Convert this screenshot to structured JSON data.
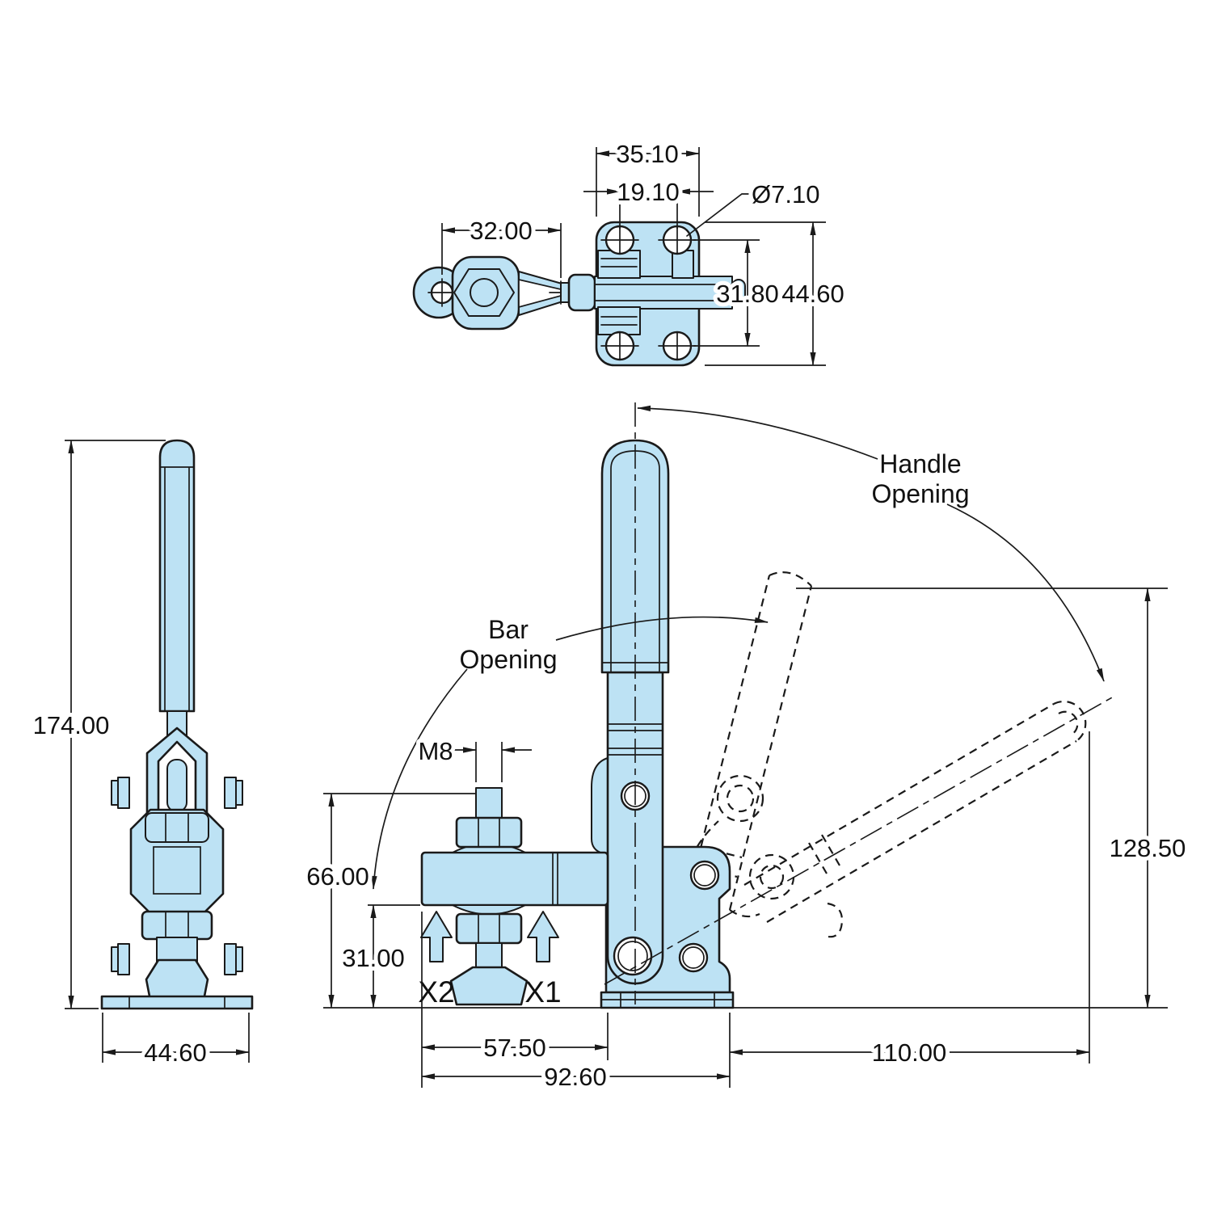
{
  "drawing": {
    "background": "#ffffff",
    "part_fill": "#bde2f4",
    "line_color": "#1a1a1a"
  },
  "top_view": {
    "overall_width": "35.10",
    "hole_spacing_width": "19.10",
    "arm_length": "32.00",
    "hole_diameter": "Ø7.10",
    "hole_spacing_height": "31.80",
    "overall_height": "44.60"
  },
  "side_view": {
    "overall_height": "174.00",
    "base_width": "44.60"
  },
  "front_view": {
    "spindle_thread": "M8",
    "spindle_top_height": "66.00",
    "bar_underside_height": "31.00",
    "force_point_x2": "X2",
    "force_point_x1": "X1",
    "bar_length": "57.50",
    "overall_length": "92.60",
    "handle_reach": "110.00",
    "open_handle_height": "128.50",
    "bar_opening_line1": "Bar",
    "bar_opening_line2": "Opening",
    "handle_opening_line1": "Handle",
    "handle_opening_line2": "Opening"
  }
}
